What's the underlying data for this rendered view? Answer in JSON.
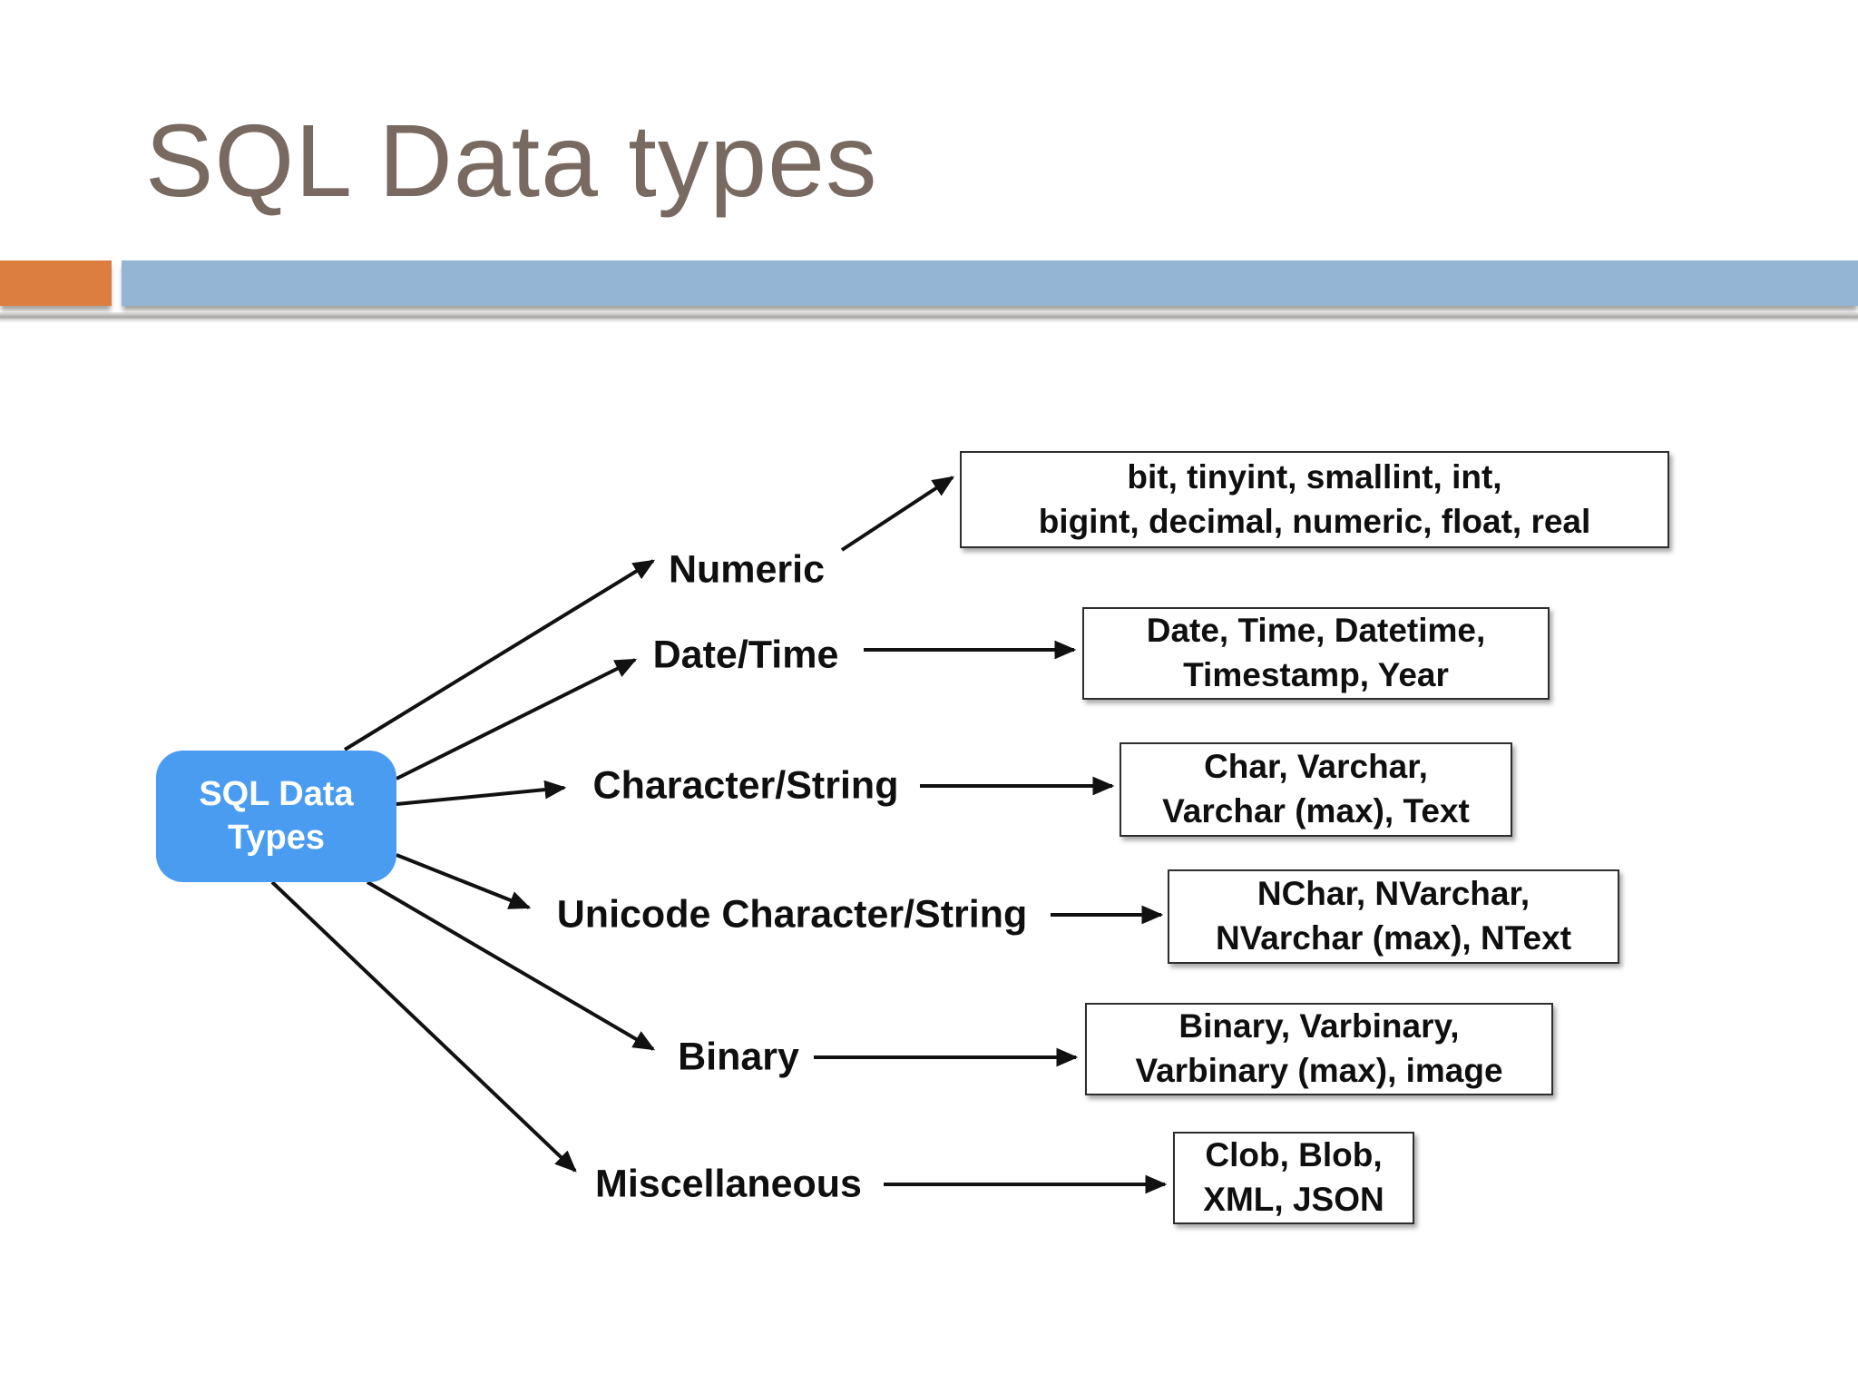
{
  "slide": {
    "title": "SQL Data types",
    "background": "#ffffff"
  },
  "colors": {
    "title_text": "#796a61",
    "accent_orange": "#dd7e41",
    "accent_blue": "#94b5d3",
    "node_blue": "#4a9cf0",
    "node_text": "#ffffff",
    "label_text": "#0f0f0f",
    "box_border": "#2e2e2e",
    "arrow": "#111111"
  },
  "diagram": {
    "root": {
      "line1": "SQL Data",
      "line2": "Types"
    },
    "branches": [
      {
        "label": "Numeric",
        "types": [
          "bit, tinyint, smallint, int,",
          "bigint, decimal, numeric, float, real"
        ]
      },
      {
        "label": "Date/Time",
        "types": [
          "Date, Time, Datetime,",
          "Timestamp, Year"
        ]
      },
      {
        "label": "Character/String",
        "types": [
          "Char, Varchar,",
          "Varchar (max), Text"
        ]
      },
      {
        "label": "Unicode Character/String",
        "types": [
          "NChar, NVarchar,",
          "NVarchar (max), NText"
        ]
      },
      {
        "label": "Binary",
        "types": [
          "Binary, Varbinary,",
          "Varbinary (max), image"
        ]
      },
      {
        "label": "Miscellaneous",
        "types": [
          "Clob, Blob,",
          "XML, JSON"
        ]
      }
    ]
  }
}
